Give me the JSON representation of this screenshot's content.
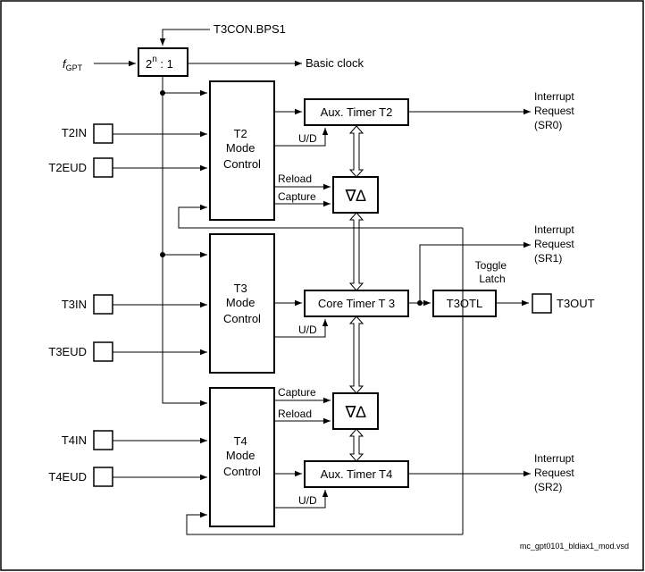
{
  "top_select": "T3CON.BPS1",
  "fgpt": {
    "main": "f",
    "sub": "GPT"
  },
  "prescaler": {
    "base": "2",
    "exp": "n",
    "rest": " : 1"
  },
  "basic_clock": "Basic clock",
  "t2_block": [
    "T2",
    "Mode",
    "Control"
  ],
  "t3_block": [
    "T3",
    "Mode",
    "Control"
  ],
  "t4_block": [
    "T4",
    "Mode",
    "Control"
  ],
  "aux_t2": "Aux. Timer T2",
  "core_t3": "Core Timer T 3",
  "aux_t4": "Aux. Timer T4",
  "t3otl": "T3OTL",
  "toggle_latch": [
    "Toggle",
    "Latch"
  ],
  "inputs": {
    "t2in": "T2IN",
    "t2eud": "T2EUD",
    "t3in": "T3IN",
    "t3eud": "T3EUD",
    "t4in": "T4IN",
    "t4eud": "T4EUD"
  },
  "t3out": "T3OUT",
  "ud": "U/D",
  "reload": "Reload",
  "capture": "Capture",
  "updown_symbol": "∇∆",
  "irq_sr0": [
    "Interrupt",
    "Request",
    "(SR0)"
  ],
  "irq_sr1": [
    "Interrupt",
    "Request",
    "(SR1)"
  ],
  "irq_sr2": [
    "Interrupt",
    "Request",
    "(SR2)"
  ],
  "footer": "mc_gpt0101_bldiax1_mod.vsd"
}
